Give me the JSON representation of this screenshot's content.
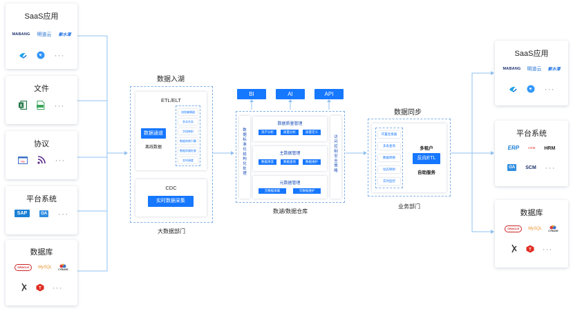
{
  "colors": {
    "accent": "#1677ff",
    "dashed": "#7fb0e8",
    "wire": "#8fc0f0"
  },
  "left": {
    "saas": {
      "title": "SaaS应用",
      "logos": [
        "MABANG",
        "明道云",
        "聚水潭"
      ],
      "icons": [
        "wecom-icon",
        "dingtalk-icon"
      ],
      "more": "···"
    },
    "file": {
      "title": "文件",
      "icons": [
        "excel-icon",
        "csv-icon"
      ],
      "more": "···"
    },
    "protocol": {
      "title": "协议",
      "icons": [
        "http-icon",
        "rss-icon"
      ],
      "more": "···"
    },
    "platform": {
      "title": "平台系统",
      "logos": [
        "SAP",
        "OA"
      ],
      "more": "···"
    },
    "database": {
      "title": "数据库",
      "logos": [
        "ORACLE",
        "MySQL",
        "CYBASE"
      ],
      "icons": [
        "tdengine-icon",
        "ms-sql-icon"
      ],
      "more": "···"
    }
  },
  "ingest": {
    "title": "数据入湖",
    "etl_title": "ETL/ELT",
    "channel_btn": "数据通道",
    "offline_label": "离线数据",
    "tags": [
      "流程编辑器",
      "多实任务",
      "字段映射",
      "数据转换引擎",
      "数据质量检查",
      "实时调度"
    ],
    "cdc_title": "CDC",
    "cdc_btn": "实时数据采集",
    "dept": "大数据部门"
  },
  "lake": {
    "outputs": [
      "BI",
      "AI",
      "API"
    ],
    "left_vertical": "数据标准化结构化处理",
    "right_vertical": "访问控制安全策略",
    "quality": {
      "title": "数据质量管理",
      "items": [
        "资产分析",
        "质量分析",
        "质量定义"
      ]
    },
    "master": {
      "title": "主数据管理",
      "items": [
        "数据清洗",
        "数据查询",
        "数据维护"
      ]
    },
    "meta": {
      "title": "元数据管理",
      "items": [
        "元数据采集",
        "元数据维护"
      ]
    },
    "caption": "数湖/数据仓库"
  },
  "sync": {
    "title": "数据同步",
    "tags": [
      "内置连接器",
      "多表查询",
      "数据转换",
      "动态映射",
      "实时监控"
    ],
    "multi_tenant": "多租户",
    "reverse_etl": "反向ETL",
    "auto_service": "自助服务",
    "dept": "业务部门"
  },
  "right": {
    "saas": {
      "title": "SaaS应用",
      "logos": [
        "MABANG",
        "明道云",
        "聚水潭"
      ],
      "icons": [
        "wecom-icon",
        "dingtalk-icon"
      ],
      "more": "···"
    },
    "platform": {
      "title": "平台系统",
      "logos": [
        "ERP",
        "CRM",
        "HRM",
        "OA",
        "SCM"
      ],
      "more": "···"
    },
    "database": {
      "title": "数据库",
      "logos": [
        "ORACLE",
        "MySQL",
        "CYBASE"
      ],
      "icons": [
        "tdengine-icon",
        "ms-sql-icon"
      ],
      "more": "···"
    }
  }
}
